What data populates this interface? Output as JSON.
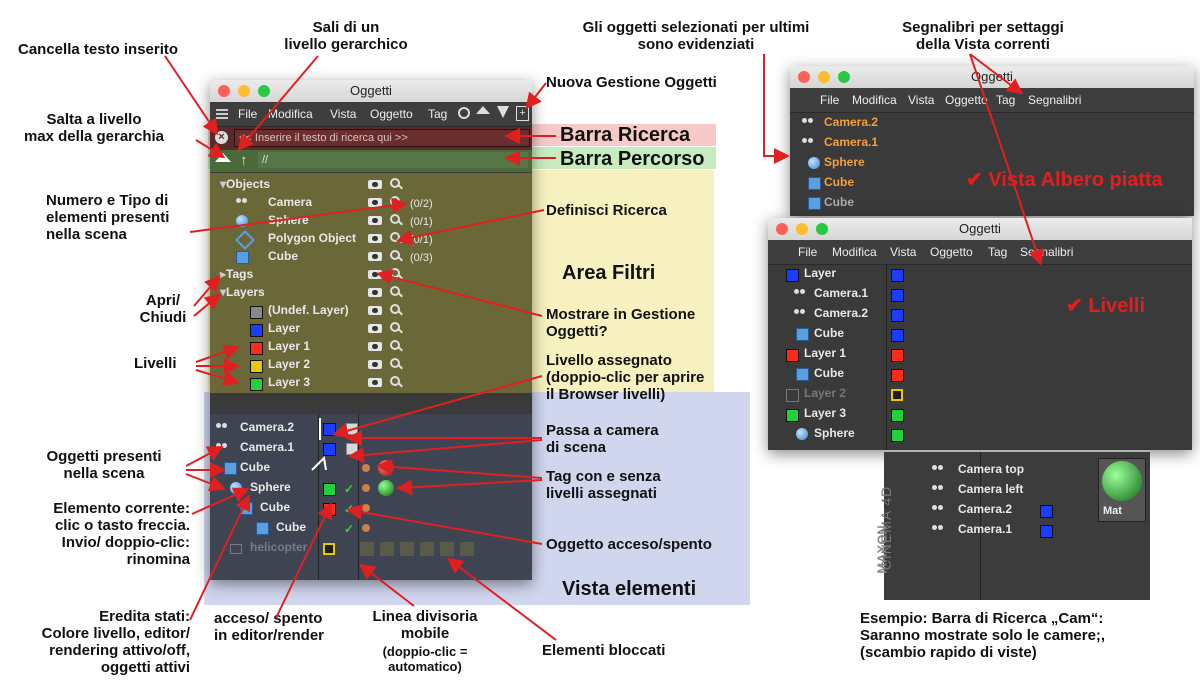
{
  "colors": {
    "accent": "#e02020",
    "filter_bg": "#6a6738",
    "search_bg": "#5a2a2a",
    "path_bg": "#4a6a3a",
    "elements_bg": "#3f4453"
  },
  "window_title": "Oggetti",
  "menu": {
    "file": "File",
    "modifica": "Modifica",
    "vista": "Vista",
    "oggetto": "Oggetto",
    "tag": "Tag",
    "segnalibri": "Segnalibri"
  },
  "search": {
    "placeholder": "<< Inserire il testo di ricerca qui >>"
  },
  "path": {
    "text": "//"
  },
  "filters": {
    "objects": "Objects",
    "items": [
      {
        "name": "Camera",
        "count": "(0/2)"
      },
      {
        "name": "Sphere",
        "count": "(0/1)"
      },
      {
        "name": "Polygon Object",
        "count": "(0/1)"
      },
      {
        "name": "Cube",
        "count": "(0/3)"
      }
    ],
    "tags": "Tags",
    "layers": "Layers",
    "layer_items": [
      "(Undef. Layer)",
      "Layer",
      "Layer 1",
      "Layer 2",
      "Layer 3"
    ]
  },
  "elements": [
    "Camera.2",
    "Camera.1",
    "Cube",
    "Sphere",
    "Cube",
    "Cube",
    "helicopter"
  ],
  "flat_view": [
    "Camera.2",
    "Camera.1",
    "Sphere",
    "Cube",
    "Cube"
  ],
  "layer_view": [
    "Layer",
    "Camera.1",
    "Camera.2",
    "Cube",
    "Layer 1",
    "Cube",
    "Layer 2",
    "Layer 3",
    "Sphere"
  ],
  "bottom_list": [
    "Camera top",
    "Camera left",
    "Camera.2",
    "Camera.1"
  ],
  "mat_label": "Mat",
  "maxon": "MAXON",
  "cinema": "CINEMA 4D",
  "annotations": {
    "cancella": "Cancella testo inserito",
    "sali": "Sali di un\nlivello gerarchico",
    "selezionati": "Gli oggetti selezionati per ultimi\nsono evidenziati",
    "segnalibri": "Segnalibri per settaggi\ndella Vista correnti",
    "nuova": "Nuova Gestione Oggetti",
    "salta": "Salta a livello\nmax della gerarchia",
    "barra_ricerca": "Barra Ricerca",
    "barra_percorso": "Barra Percorso",
    "numero": "Numero e Tipo di\nelementi presenti\nnella scena",
    "definisci": "Definisci Ricerca",
    "area_filtri": "Area Filtri",
    "apri": "Apri/\nChiudi",
    "mostrare": "Mostrare in Gestione\nOggetti?",
    "livelli": "Livelli",
    "assegnato": "Livello assegnato\n(doppio-clic per aprire\nil Browser livelli)",
    "oggetti_presenti": "Oggetti presenti\nnella scena",
    "passa": "Passa a camera\ndi scena",
    "tag_con": "Tag con e senza\nlivelli assegnati",
    "elemento": "Elemento corrente:\nclic o tasto freccia.\nInvio/ doppio-clic:\nrinomina",
    "acceso": "Oggetto acceso/spento",
    "vista_elementi": "Vista elementi",
    "eredita": "Eredita stati:\nColore livello, editor/\nrendering attivo/off,\noggetti attivi",
    "acceso_editor": "acceso/ spento\nin editor/render",
    "linea": "Linea divisoria\nmobile",
    "linea_sub": "(doppio-clic =\nautomatico)",
    "bloccati": "Elementi bloccati",
    "albero": "✔ Vista Albero piatta",
    "livelli_red": "✔ Livelli",
    "esempio": "Esempio: Barra di Ricerca „Cam“:\nSaranno mostrate solo le camere;,\n(scambio rapido di viste)"
  }
}
